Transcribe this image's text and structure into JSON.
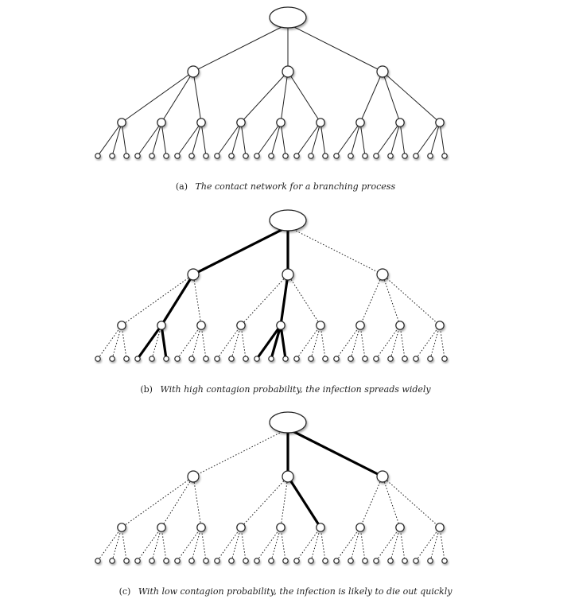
{
  "figure": {
    "panels": [
      {
        "id": "a",
        "label": "(a)",
        "caption": "The contact network for a branching process",
        "style": "plain",
        "bold_edges": []
      },
      {
        "id": "b",
        "label": "(b)",
        "caption": "With high contagion probability, the infection spreads widely",
        "style": "infection",
        "bold_edges": [
          "r-0",
          "r-1",
          "0-1",
          "1-4",
          "0.1-0",
          "0.1-2",
          "1.1-0",
          "1.1-1",
          "1.1-2"
        ]
      },
      {
        "id": "c",
        "label": "(c)",
        "caption": "With low contagion probability, the infection is likely to die out quickly",
        "style": "infection",
        "bold_edges": [
          "r-1",
          "r-2",
          "1-5"
        ]
      }
    ],
    "tree": {
      "branching": 3,
      "levels": 3
    }
  }
}
